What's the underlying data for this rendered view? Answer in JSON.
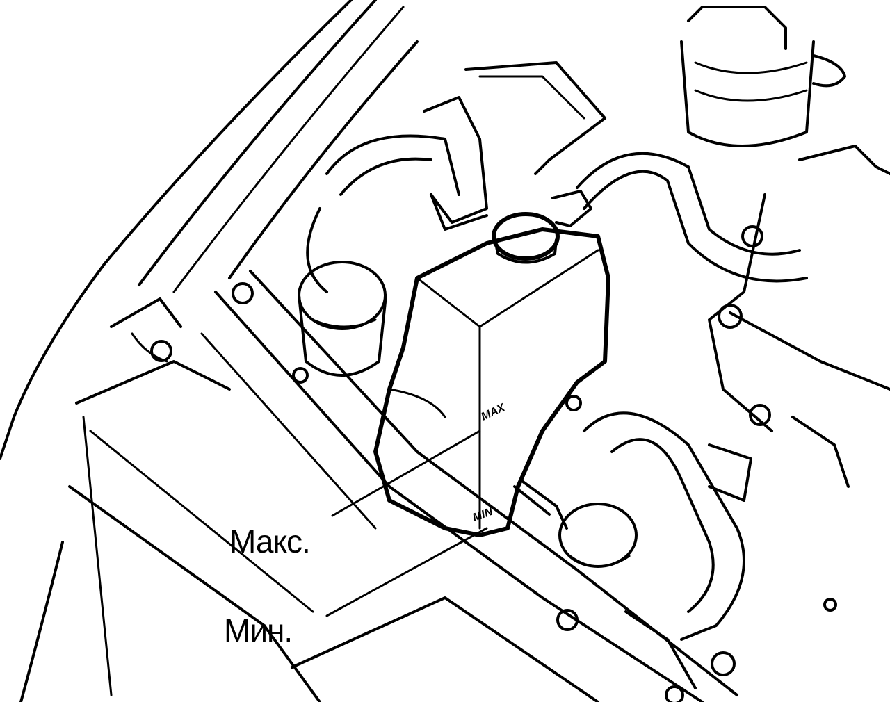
{
  "labels": {
    "max": "Макс.",
    "min": "Мин."
  },
  "tank_marks": {
    "max": "MAX",
    "min": "MIN"
  }
}
